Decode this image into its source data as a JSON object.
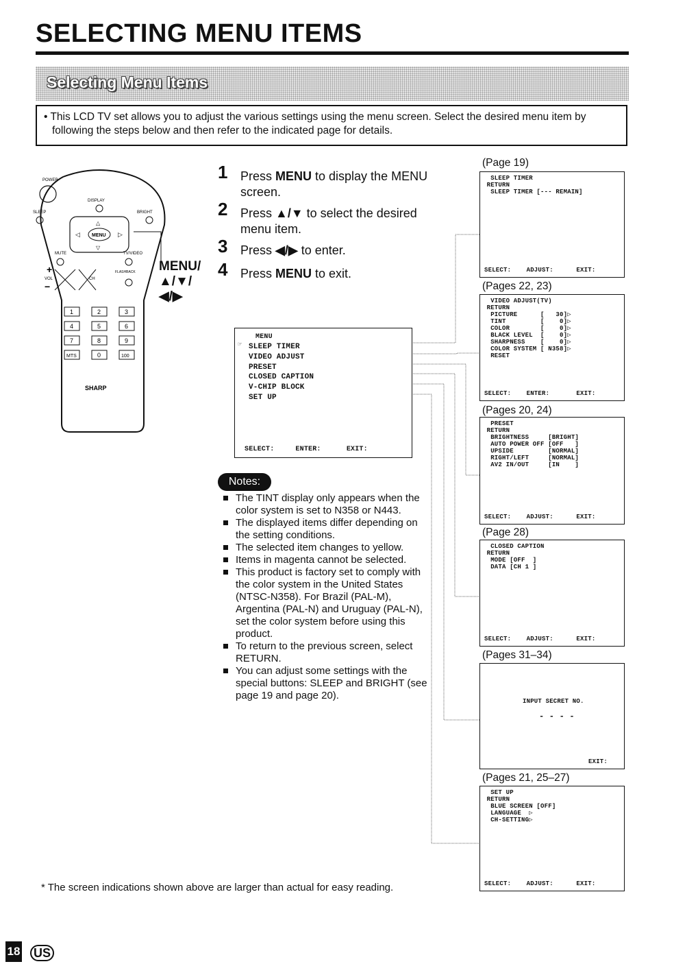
{
  "page_title": "SELECTING MENU ITEMS",
  "section_title": "Selecting Menu Items",
  "intro_text": "• This LCD TV set allows you to adjust the various settings using the menu screen. Select the desired menu item by following the steps below and then refer to the indicated page for details.",
  "steps": [
    {
      "num": "1",
      "pre": "Press ",
      "bold": "MENU",
      "post": " to display the MENU screen."
    },
    {
      "num": "2",
      "pre": "Press ",
      "bold": "▲/▼",
      "post": " to select the desired menu item."
    },
    {
      "num": "3",
      "pre": "Press ",
      "bold": "◀/▶",
      "post": " to enter."
    },
    {
      "num": "4",
      "pre": "Press ",
      "bold": "MENU",
      "post": " to exit."
    }
  ],
  "remote": {
    "brand": "SHARP",
    "callout_line1": "MENU/",
    "callout_line2": "▲/▼/",
    "callout_line3": "◀/▶",
    "labels": {
      "power": "POWER",
      "display": "DISPLAY",
      "sleep": "SLEEP",
      "bright": "BRIGHT",
      "menu": "MENU",
      "mute": "MUTE",
      "tv_video": "TV/VIDEO",
      "vol": "VOL",
      "ch": "CH",
      "flashback": "FLASHBACK",
      "mts": "MTS",
      "hundred": "100"
    },
    "keys": [
      "1",
      "2",
      "3",
      "4",
      "5",
      "6",
      "7",
      "8",
      "9",
      "0"
    ]
  },
  "main_menu": {
    "title": "MENU",
    "items": [
      "SLEEP TIMER",
      "VIDEO ADJUST",
      "PRESET",
      "CLOSED CAPTION",
      "V-CHIP BLOCK",
      "SET UP"
    ],
    "footer": "SELECT:     ENTER:      EXIT:"
  },
  "submenus": [
    {
      "page": "(Page 19)",
      "lines": [
        "  SLEEP TIMER",
        " RETURN",
        "  SLEEP TIMER [--- REMAIN]"
      ],
      "footer": "SELECT:    ADJUST:      EXIT:"
    },
    {
      "page": "(Pages 22, 23)",
      "lines": [
        "  VIDEO ADJUST(TV)",
        " RETURN",
        "  PICTURE      [   30]▷",
        "  TINT         [    0]▷",
        "  COLOR        [    0]▷",
        "  BLACK LEVEL  [    0]▷",
        "  SHARPNESS    [    0]▷",
        "  COLOR SYSTEM [ N358]▷",
        "  RESET"
      ],
      "footer": "SELECT:    ENTER:       EXIT:"
    },
    {
      "page": "(Pages 20, 24)",
      "lines": [
        "  PRESET",
        " RETURN",
        "  BRIGHTNESS     [BRIGHT]",
        "  AUTO POWER OFF [OFF   ]",
        "  UPSIDE         [NORMAL]",
        "  RIGHT/LEFT     [NORMAL]",
        "  AV2 IN/OUT     [IN    ]"
      ],
      "footer": "SELECT:    ADJUST:      EXIT:"
    },
    {
      "page": "(Page 28)",
      "lines": [
        "  CLOSED CAPTION",
        " RETURN",
        "  MODE [OFF  ]",
        "  DATA [CH 1 ]"
      ],
      "footer": "SELECT:    ADJUST:      EXIT:"
    },
    {
      "page": "(Pages 31–34)",
      "lines": [
        "INPUT SECRET NO.",
        "- - - -"
      ],
      "footer": "EXIT:"
    },
    {
      "page": "(Pages 21, 25–27)",
      "lines": [
        "  SET UP",
        " RETURN",
        "  BLUE SCREEN [OFF]",
        "  LANGUAGE  ▷",
        "  CH-SETTING▷"
      ],
      "footer": "SELECT:    ADJUST:      EXIT:"
    }
  ],
  "notes_label": "Notes:",
  "notes": [
    "The TINT display only appears when the color system is set to N358 or N443.",
    "The displayed items differ depending on the setting conditions.",
    "The selected item changes to yellow.",
    "Items in magenta cannot be selected.",
    "This product is factory set to comply with the color system in the United States (NTSC-N358). For Brazil (PAL-M), Argentina (PAL-N) and Uruguay (PAL-N), set the color system before using this product.",
    "To return to the previous screen, select RETURN.",
    "You can adjust some settings with the special buttons: SLEEP and BRIGHT (see page 19 and page 20)."
  ],
  "footnote": "* The screen indications shown above are larger than actual for easy reading.",
  "page_number": "18",
  "region_mark": "US"
}
